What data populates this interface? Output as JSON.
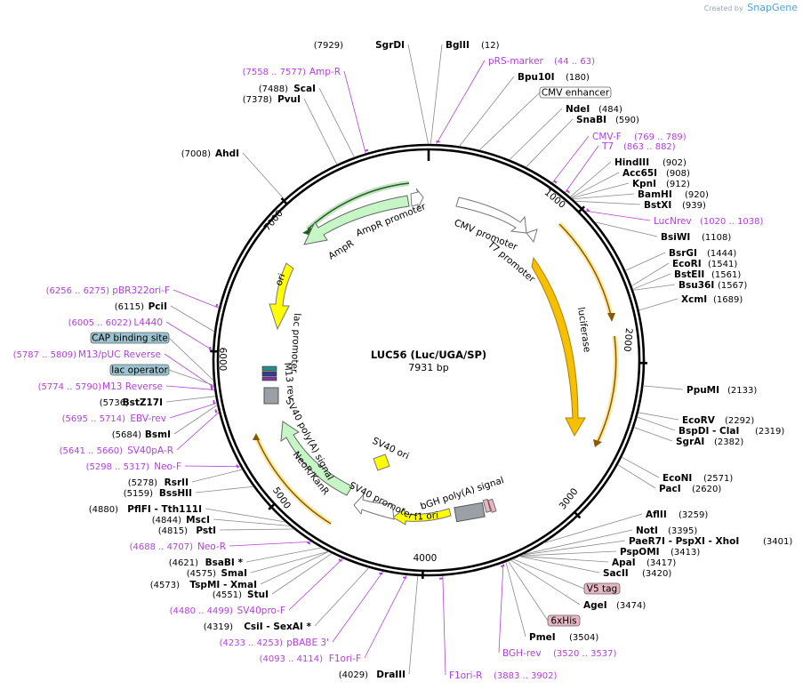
{
  "credit": {
    "prefix": "Created by",
    "brand": "SnapGene"
  },
  "plasmid": {
    "name": "LUC56 (Luc/UGA/SP)",
    "length": "7931 bp"
  },
  "ticks": [
    "1000",
    "2000",
    "3000",
    "4000",
    "5000",
    "6000",
    "7000"
  ],
  "sites": [
    {
      "name": "SgrDI",
      "coord": "(7929)"
    },
    {
      "name": "BglII",
      "coord": "(12)"
    },
    {
      "name": "Bpu10I",
      "coord": "(180)"
    },
    {
      "name": "NdeI",
      "coord": "(484)"
    },
    {
      "name": "SnaBI",
      "coord": "(590)"
    },
    {
      "name": "HindIII",
      "coord": "(902)"
    },
    {
      "name": "Acc65I",
      "coord": "(908)"
    },
    {
      "name": "KpnI",
      "coord": "(912)"
    },
    {
      "name": "BamHI",
      "coord": "(920)"
    },
    {
      "name": "BstXI",
      "coord": "(939)"
    },
    {
      "name": "BsiWI",
      "coord": "(1108)"
    },
    {
      "name": "BsrGI",
      "coord": "(1444)"
    },
    {
      "name": "EcoRI",
      "coord": "(1541)"
    },
    {
      "name": "BstEII",
      "coord": "(1561)"
    },
    {
      "name": "Bsu36I",
      "coord": "(1567)"
    },
    {
      "name": "XcmI",
      "coord": "(1689)"
    },
    {
      "name": "PpuMI",
      "coord": "(2133)"
    },
    {
      "name": "EcoRV",
      "coord": "(2292)"
    },
    {
      "name": "BspDI - ClaI",
      "coord": "(2319)"
    },
    {
      "name": "SgrAI",
      "coord": "(2382)"
    },
    {
      "name": "EcoNI",
      "coord": "(2571)"
    },
    {
      "name": "PacI",
      "coord": "(2620)"
    },
    {
      "name": "AflII",
      "coord": "(3259)"
    },
    {
      "name": "NotI",
      "coord": "(3395)"
    },
    {
      "name": "PaeR7I - PspXI - XhoI",
      "coord": "(3401)"
    },
    {
      "name": "PspOMI",
      "coord": "(3413)"
    },
    {
      "name": "ApaI",
      "coord": "(3417)"
    },
    {
      "name": "SacII",
      "coord": "(3420)"
    },
    {
      "name": "AgeI",
      "coord": "(3474)"
    },
    {
      "name": "PmeI",
      "coord": "(3504)"
    },
    {
      "name": "DraIII",
      "coord": "(4029)"
    },
    {
      "name": "CsiI - SexAI *",
      "coord": "(4319)"
    },
    {
      "name": "StuI",
      "coord": "(4551)"
    },
    {
      "name": "TspMI - XmaI",
      "coord": "(4573)"
    },
    {
      "name": "SmaI",
      "coord": "(4575)"
    },
    {
      "name": "BsaBI *",
      "coord": "(4621)"
    },
    {
      "name": "PstI",
      "coord": "(4815)"
    },
    {
      "name": "MscI",
      "coord": "(4844)"
    },
    {
      "name": "PflFI - Tth111I",
      "coord": "(4880)"
    },
    {
      "name": "BssHII",
      "coord": "(5159)"
    },
    {
      "name": "RsrII",
      "coord": "(5278)"
    },
    {
      "name": "BsmI",
      "coord": "(5684)"
    },
    {
      "name": "BstZ17I",
      "coord": "(5736)"
    },
    {
      "name": "PciI",
      "coord": "(6115)"
    },
    {
      "name": "AhdI",
      "coord": "(7008)"
    },
    {
      "name": "PvuI",
      "coord": "(7378)"
    },
    {
      "name": "ScaI",
      "coord": "(7488)"
    }
  ],
  "primers": [
    {
      "name": "pRS-marker",
      "coord": "(44 .. 63)"
    },
    {
      "name": "CMV-F",
      "coord": "(769 .. 789)"
    },
    {
      "name": "T7",
      "coord": "(863 .. 882)"
    },
    {
      "name": "LucNrev",
      "coord": "(1020 .. 1038)"
    },
    {
      "name": "BGH-rev",
      "coord": "(3520 .. 3537)"
    },
    {
      "name": "F1ori-R",
      "coord": "(3883 .. 3902)"
    },
    {
      "name": "F1ori-F",
      "coord": "(4093 .. 4114)"
    },
    {
      "name": "pBABE 3'",
      "coord": "(4233 .. 4253)"
    },
    {
      "name": "SV40pro-F",
      "coord": "(4480 .. 4499)"
    },
    {
      "name": "Neo-R",
      "coord": "(4688 .. 4707)"
    },
    {
      "name": "Neo-F",
      "coord": "(5298 .. 5317)"
    },
    {
      "name": "SV40pA-R",
      "coord": "(5641 .. 5660)"
    },
    {
      "name": "EBV-rev",
      "coord": "(5695 .. 5714)"
    },
    {
      "name": "M13 Reverse",
      "coord": "(5774 .. 5790)"
    },
    {
      "name": "M13/pUC Reverse",
      "coord": "(5787 .. 5809)"
    },
    {
      "name": "L4440",
      "coord": "(6005 .. 6022)"
    },
    {
      "name": "pBR322ori-F",
      "coord": "(6256 .. 6275)"
    },
    {
      "name": "Amp-R",
      "coord": "(7558 .. 7577)"
    }
  ],
  "boxed_features": [
    {
      "label": "CMV enhancer",
      "fill": "#ffffff"
    },
    {
      "label": "V5 tag",
      "fill": "#e8b6c2"
    },
    {
      "label": "6xHis",
      "fill": "#e8b6c2"
    },
    {
      "label": "CAP binding site",
      "fill": "#9cc3d0"
    },
    {
      "label": "lac operator",
      "fill": "#9cc3d0"
    }
  ],
  "features": {
    "cmv_promoter": "CMV promoter",
    "t7_promoter": "T7 promoter",
    "luciferase": "luciferase",
    "bgh": "bGH poly(A) signal",
    "f1ori": "f1 ori",
    "sv40_promoter": "SV40 promoter",
    "sv40_ori": "SV40 ori",
    "neor": "NeoR/KanR",
    "sv40_polya": "SV40 poly(A) signal",
    "m13rev": "M13 rev",
    "lac_promoter": "lac promoter",
    "ori": "ori",
    "ampr": "AmpR",
    "ampr_promoter": "AmpR promoter"
  },
  "colors": {
    "luciferase": "#f5c000",
    "ori": "#ffff00",
    "ampr": "#c6f5c6",
    "neor": "#c6f5c6",
    "promoter": "#ffffff",
    "primer": "#b042d8"
  }
}
